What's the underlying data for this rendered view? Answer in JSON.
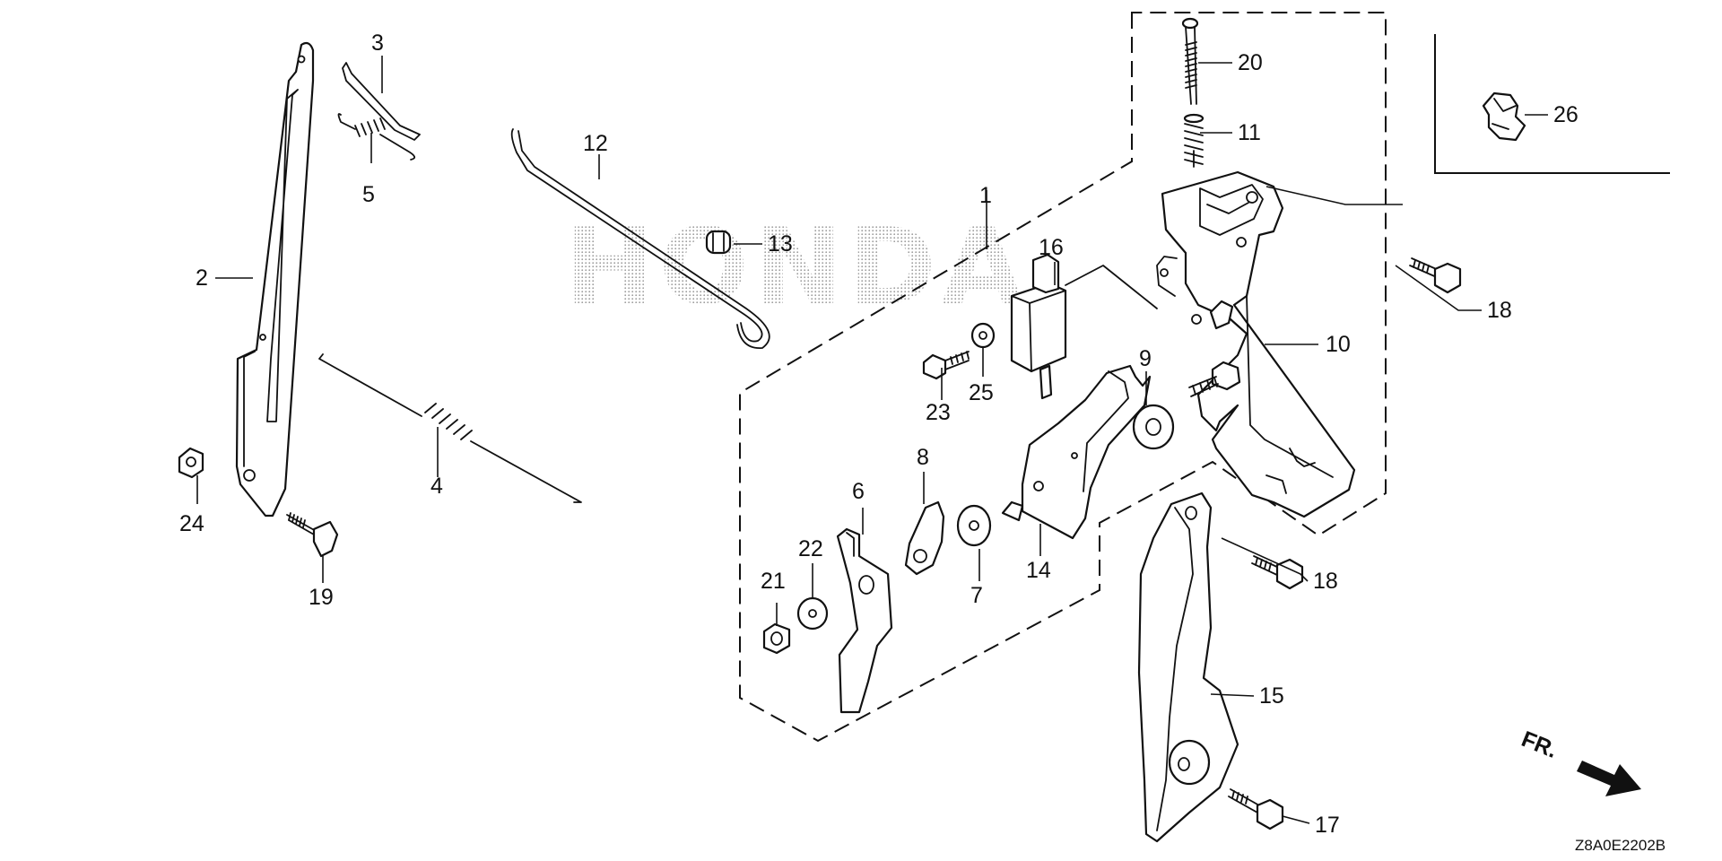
{
  "diagram": {
    "watermark_text": "HONDA",
    "drawing_code": "Z8A0E2202B",
    "front_indicator": "FR.",
    "callouts": {
      "c1": "1",
      "c2": "2",
      "c3": "3",
      "c4": "4",
      "c5": "5",
      "c6": "6",
      "c7": "7",
      "c8": "8",
      "c9": "9",
      "c10": "10",
      "c11": "11",
      "c12": "12",
      "c13": "13",
      "c14": "14",
      "c15": "15",
      "c16": "16",
      "c17": "17",
      "c18a": "18",
      "c18b": "18",
      "c19": "19",
      "c20": "20",
      "c21": "21",
      "c22": "22",
      "c23": "23",
      "c24": "24",
      "c25": "25",
      "c26": "26"
    }
  }
}
